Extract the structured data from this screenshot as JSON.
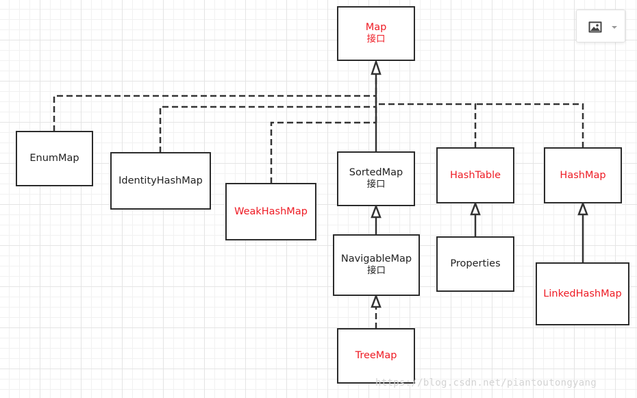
{
  "diagram": {
    "nodes": {
      "map": {
        "name": "Map",
        "sub": "接口"
      },
      "enummap": {
        "name": "EnumMap"
      },
      "identityhashmap": {
        "name": "IdentityHashMap"
      },
      "weakhashmap": {
        "name": "WeakHashMap"
      },
      "sortedmap": {
        "name": "SortedMap",
        "sub": "接口"
      },
      "hashtable": {
        "name": "HashTable"
      },
      "hashmap": {
        "name": "HashMap"
      },
      "navigablemap": {
        "name": "NavigableMap",
        "sub": "接口"
      },
      "properties": {
        "name": "Properties"
      },
      "linkedhashmap": {
        "name": "LinkedHashMap"
      },
      "treemap": {
        "name": "TreeMap"
      }
    },
    "highlight_color": "#ee1b24",
    "edges": [
      {
        "from": "EnumMap",
        "to": "Map",
        "style": "dashed"
      },
      {
        "from": "IdentityHashMap",
        "to": "Map",
        "style": "dashed"
      },
      {
        "from": "WeakHashMap",
        "to": "Map",
        "style": "dashed"
      },
      {
        "from": "SortedMap",
        "to": "Map",
        "style": "solid"
      },
      {
        "from": "HashTable",
        "to": "Map",
        "style": "dashed"
      },
      {
        "from": "HashMap",
        "to": "Map",
        "style": "dashed"
      },
      {
        "from": "NavigableMap",
        "to": "SortedMap",
        "style": "solid"
      },
      {
        "from": "TreeMap",
        "to": "NavigableMap",
        "style": "dashed"
      },
      {
        "from": "Properties",
        "to": "HashTable",
        "style": "solid"
      },
      {
        "from": "LinkedHashMap",
        "to": "HashMap",
        "style": "solid"
      }
    ]
  },
  "toolbar": {
    "image_button_icon": "image-icon",
    "dropdown_icon": "caret-down-icon"
  },
  "watermark": "https://blog.csdn.net/piantoutongyang"
}
